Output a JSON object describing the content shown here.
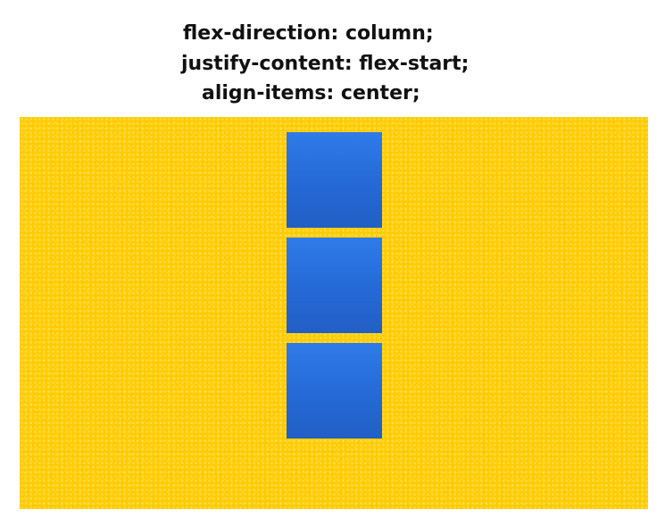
{
  "code_lines": [
    "flex-direction: column;",
    "justify-content: flex-start;",
    "align-items: center;"
  ],
  "container": {
    "color": "#ffcc00"
  },
  "items": {
    "count": 3,
    "color": "#2569d6"
  }
}
